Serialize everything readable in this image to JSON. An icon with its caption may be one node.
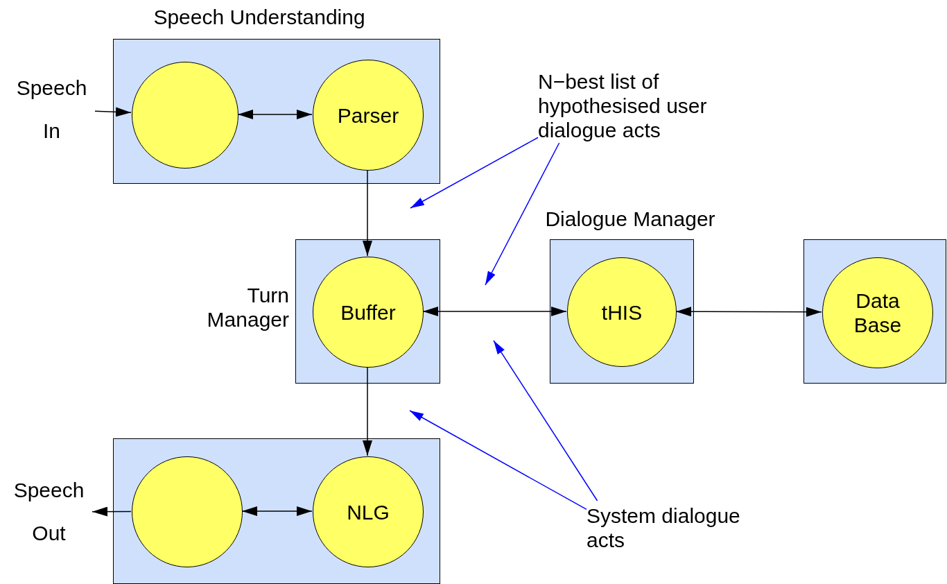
{
  "diagram": {
    "nodes": [
      {
        "text": [
          "Speech Understanding"
        ]
      },
      {
        "text": [],
        "shape": "circle",
        "in": 0
      },
      {
        "text": [
          "Parser"
        ],
        "in": 0
      },
      {
        "text": [
          "Turn Manager"
        ]
      },
      {
        "text": [
          "Buffer"
        ],
        "in": 3
      },
      {
        "text": [
          "Dialogue Manager"
        ]
      },
      {
        "text": [
          "tHIS"
        ],
        "in": 5
      },
      {
        "text": [],
        "shape": "box"
      },
      {
        "text": [
          "Data Base"
        ],
        "in": 7
      },
      {
        "text": [],
        "shape": "box"
      },
      {
        "text": [],
        "shape": "circle",
        "in": 9
      },
      {
        "text": [
          "NLG"
        ],
        "in": 9
      },
      {
        "text": [
          "Speech In"
        ]
      },
      {
        "text": [
          "Speech Out"
        ]
      },
      {
        "text": [
          "N−best list of hypothesised user dialogue acts"
        ]
      },
      {
        "text": [
          "System dialogue acts"
        ]
      }
    ],
    "edges": [
      {
        "from": 12,
        "to": 1,
        "arrow": "to"
      },
      {
        "from": 1,
        "to": 2,
        "arrow": "both"
      },
      {
        "from": 2,
        "to": 4,
        "arrow": "to"
      },
      {
        "from": 4,
        "to": 6,
        "arrow": "both"
      },
      {
        "from": 6,
        "to": 8,
        "arrow": "both"
      },
      {
        "from": 4,
        "to": 11,
        "arrow": "to"
      },
      {
        "from": 10,
        "to": 11,
        "arrow": "both"
      },
      {
        "from": 10,
        "to": 13,
        "arrow": "to"
      },
      {
        "from": 14,
        "to": null,
        "arrow": "to",
        "color": "#0000ff"
      },
      {
        "from": 14,
        "to": null,
        "arrow": "to",
        "color": "#0000ff"
      },
      {
        "from": 15,
        "to": null,
        "arrow": "to",
        "color": "#0000ff"
      },
      {
        "from": 15,
        "to": null,
        "arrow": "to",
        "color": "#0000ff"
      }
    ]
  }
}
